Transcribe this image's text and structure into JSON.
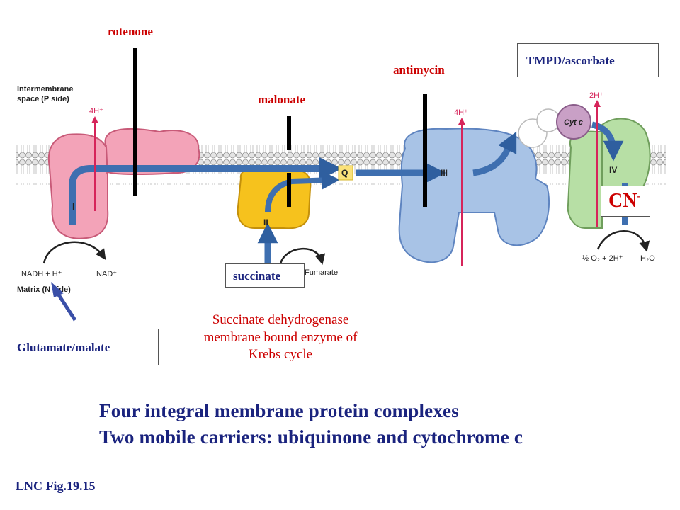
{
  "diagram": {
    "side_labels": {
      "intermembrane_line1": "Intermembrane",
      "intermembrane_line2": "space (P side)",
      "matrix": "Matrix (N side)"
    },
    "complexes": [
      "I",
      "II",
      "III",
      "IV"
    ],
    "carriers": {
      "ubiquinone": "Q",
      "cytochrome": "Cyt c"
    },
    "protons": {
      "complex_I": "4H⁺",
      "complex_III": "4H⁺",
      "complex_IV": "2H⁺"
    },
    "reactions": {
      "nadh": "NADH + H⁺",
      "nad": "NAD⁺",
      "fumarate": "Fumarate",
      "oxygen": "½ O₂ + 2H⁺",
      "water": "H₂O"
    }
  },
  "inhibitors": {
    "rotenone": "rotenone",
    "malonate": "malonate",
    "antimycin": "antimycin",
    "cyanide_main": "CN",
    "cyanide_sup": "-"
  },
  "substrates": {
    "tmpd": "TMPD/ascorbate",
    "succinate": "succinate",
    "glutamate": "Glutamate/malate"
  },
  "note": {
    "line1": "Succinate dehydrogenase",
    "line2": "membrane bound enzyme of",
    "line3": "Krebs cycle"
  },
  "headline": {
    "line1": "Four integral membrane protein complexes",
    "line2": "Two mobile carriers: ubiquinone and cytochrome c"
  },
  "figure_ref": "LNC Fig.19.15",
  "colors": {
    "complex_I": "#f3a3b8",
    "complex_II": "#f6c21d",
    "complex_III": "#a8c3e6",
    "complex_IV": "#b7dfa5",
    "cyt_c": "#c9a0c6",
    "arrow_blue": "#3e6fb0",
    "proton_arrow": "#d6245a",
    "inhibitor_red": "#cc0000",
    "text_navy": "#1a237e"
  }
}
